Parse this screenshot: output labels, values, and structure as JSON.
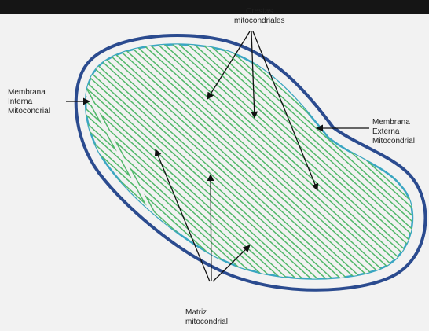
{
  "labels": {
    "cristae": [
      "Crestas",
      "mitocondriales"
    ],
    "inner_membrane": [
      "Membrana",
      "Interna",
      "Mitocondrial"
    ],
    "outer_membrane": [
      "Membrana",
      "Externa",
      "Mitocondrial"
    ],
    "matrix": [
      "Matriz",
      "mitocondrial"
    ]
  },
  "colors": {
    "outer_membrane": "#2b4b8f",
    "inner_membrane": "#3aa6c2",
    "cristae": "#52b86a",
    "arrows": "#111111",
    "background": "#f2f2f2",
    "top_bar": "#151515"
  }
}
